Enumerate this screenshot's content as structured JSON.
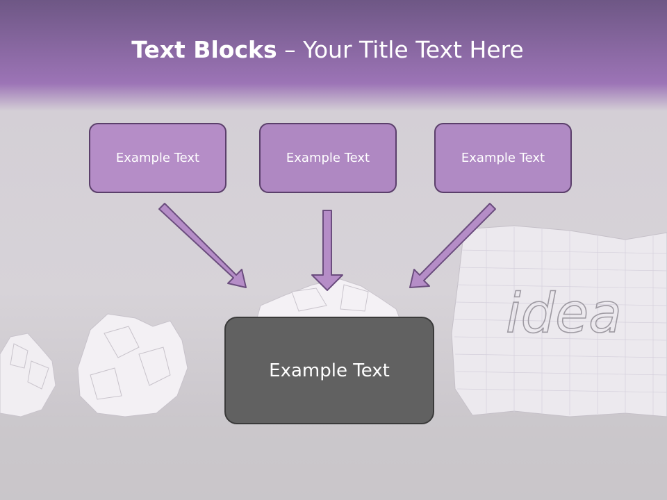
{
  "title": {
    "bold": "Text Blocks",
    "separator": " – ",
    "rest": "Your Title Text Here"
  },
  "boxes": [
    {
      "label": "Example Text"
    },
    {
      "label": "Example Text"
    },
    {
      "label": "Example Text"
    }
  ],
  "main_box": {
    "label": "Example Text"
  },
  "paper_note": {
    "text": "idea"
  },
  "colors": {
    "header": "#9c74b6",
    "box_fill": "#b58dc7",
    "box_border": "#5b3f6b",
    "main_fill": "#616161"
  }
}
